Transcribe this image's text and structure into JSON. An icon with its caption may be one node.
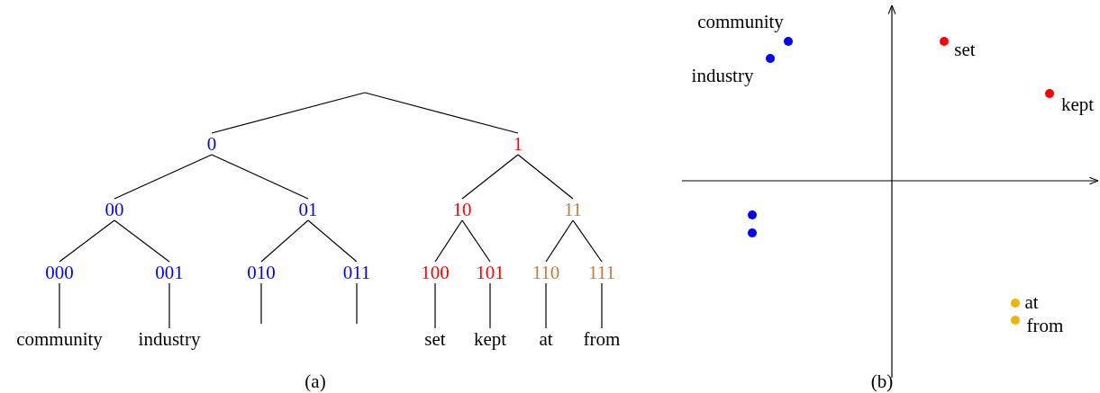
{
  "diagram": {
    "nodes": [
      {
        "text": [
          "0"
        ]
      },
      {
        "text": [
          "1"
        ]
      },
      {
        "text": [
          "00"
        ]
      },
      {
        "text": [
          "01"
        ]
      },
      {
        "text": [
          "10"
        ]
      },
      {
        "text": [
          "11"
        ]
      },
      {
        "text": [
          "000"
        ]
      },
      {
        "text": [
          "001"
        ]
      },
      {
        "text": [
          "010"
        ]
      },
      {
        "text": [
          "011"
        ]
      },
      {
        "text": [
          "100"
        ]
      },
      {
        "text": [
          "101"
        ]
      },
      {
        "text": [
          "110"
        ]
      },
      {
        "text": [
          "111"
        ]
      },
      {
        "text": [
          "community"
        ]
      },
      {
        "text": [
          "industry"
        ]
      },
      {
        "text": [
          "set"
        ]
      },
      {
        "text": [
          "kept"
        ]
      },
      {
        "text": [
          "at"
        ]
      },
      {
        "text": [
          "from"
        ]
      }
    ],
    "edges": [
      {
        "from": null,
        "to": 0,
        "arrow": "none"
      },
      {
        "from": null,
        "to": 1,
        "arrow": "none"
      },
      {
        "from": 0,
        "to": 2,
        "arrow": "none"
      },
      {
        "from": 0,
        "to": 3,
        "arrow": "none"
      },
      {
        "from": 1,
        "to": 4,
        "arrow": "none"
      },
      {
        "from": 1,
        "to": 5,
        "arrow": "none"
      },
      {
        "from": 2,
        "to": 6,
        "arrow": "none"
      },
      {
        "from": 2,
        "to": 7,
        "arrow": "none"
      },
      {
        "from": 3,
        "to": 8,
        "arrow": "none"
      },
      {
        "from": 3,
        "to": 9,
        "arrow": "none"
      },
      {
        "from": 4,
        "to": 10,
        "arrow": "none"
      },
      {
        "from": 4,
        "to": 11,
        "arrow": "none"
      },
      {
        "from": 5,
        "to": 12,
        "arrow": "none"
      },
      {
        "from": 5,
        "to": 13,
        "arrow": "none"
      },
      {
        "from": 6,
        "to": 14,
        "arrow": "none"
      },
      {
        "from": 7,
        "to": 15,
        "arrow": "none"
      },
      {
        "from": 8,
        "to": null,
        "arrow": "none"
      },
      {
        "from": 9,
        "to": null,
        "arrow": "none"
      },
      {
        "from": 10,
        "to": 16,
        "arrow": "none"
      },
      {
        "from": 11,
        "to": 17,
        "arrow": "none"
      },
      {
        "from": 12,
        "to": 18,
        "arrow": "none"
      },
      {
        "from": 13,
        "to": 19,
        "arrow": "none"
      }
    ],
    "labels": [
      "community",
      "industry",
      "set",
      "kept",
      "at",
      "from",
      "(a)",
      "(b)"
    ]
  }
}
